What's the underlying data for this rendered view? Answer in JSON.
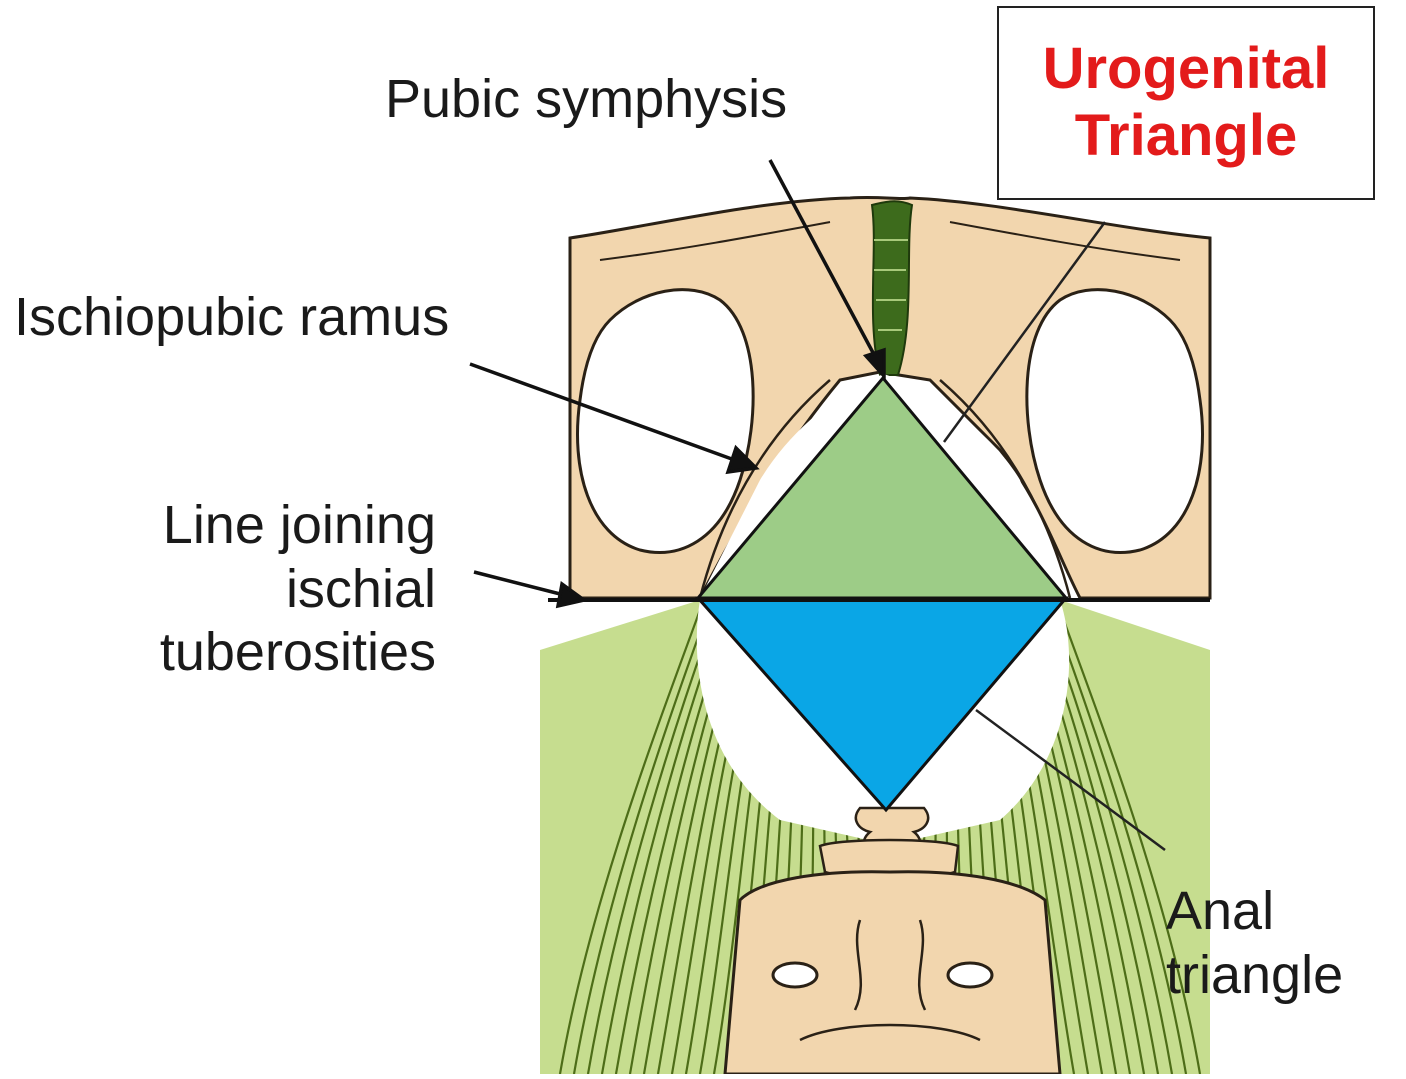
{
  "labels": {
    "pubic_symphysis": "Pubic symphysis",
    "ischiopubic_ramus": "Ischiopubic ramus",
    "line_joining": [
      "Line joining",
      "ischial",
      "tuberosities"
    ],
    "anal_triangle": [
      "Anal",
      "triangle"
    ],
    "urogenital_triangle": [
      "Urogenital",
      "Triangle"
    ]
  },
  "colors": {
    "bone": "#f2d6ae",
    "bone_outline": "#2a2116",
    "urogenital_fill": "#9dcc87",
    "anal_fill": "#0aa6e6",
    "ligament_green": "#7fa23a",
    "ligament_dark": "#3e5a14",
    "title_red": "#e31b1b"
  }
}
